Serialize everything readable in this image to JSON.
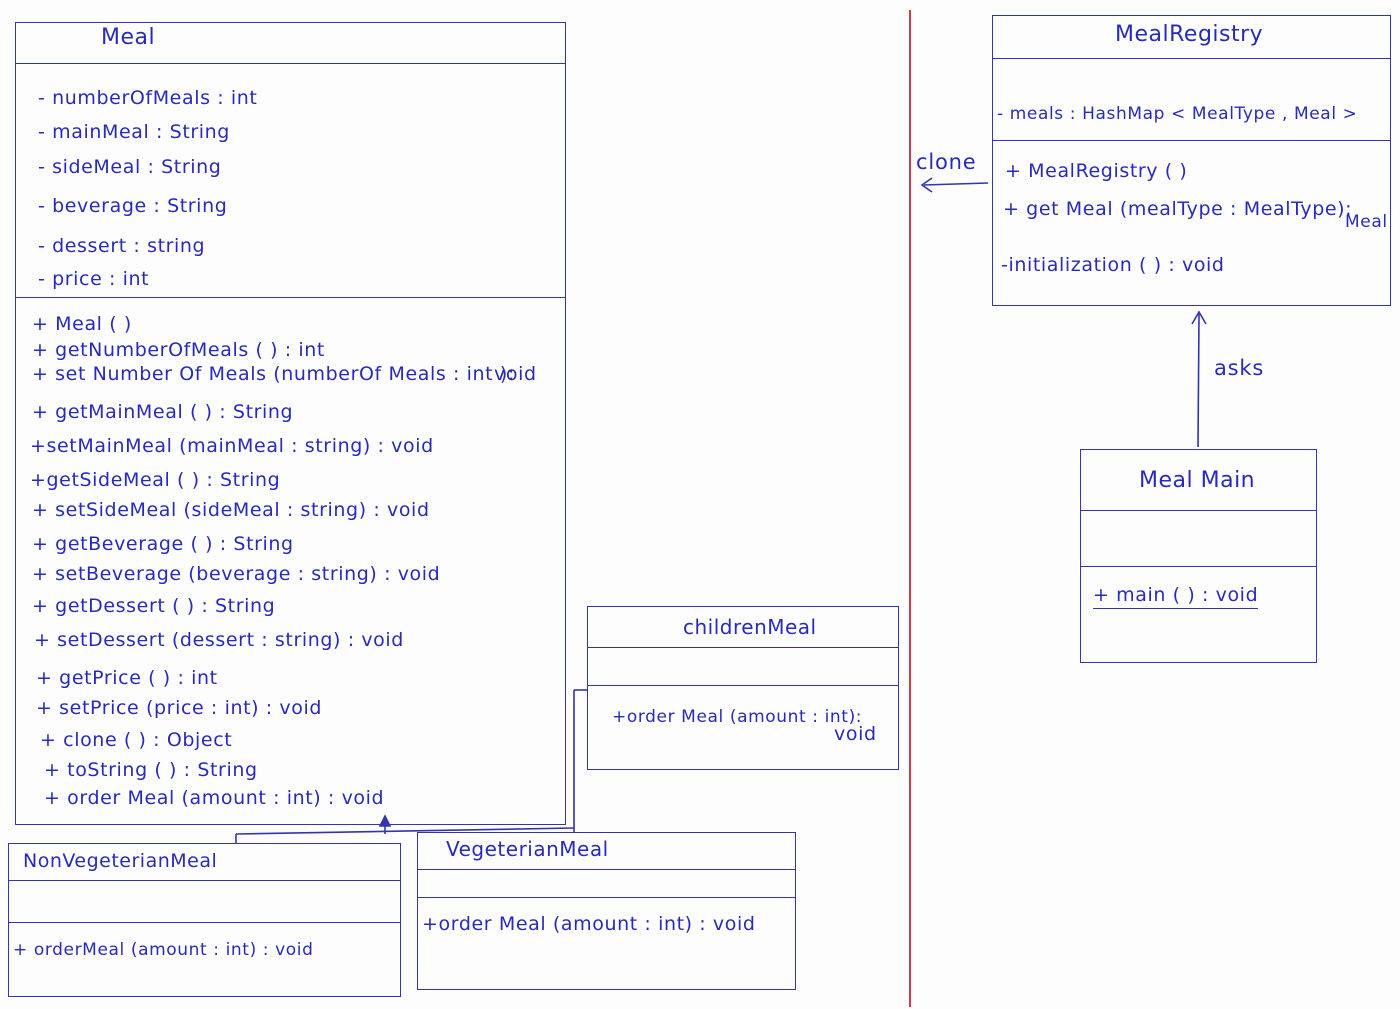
{
  "classes": {
    "meal": {
      "name": "Meal",
      "attributes": [
        "- numberOfMeals : int",
        "- mainMeal  : String",
        "- sideMeal  : String",
        "- beverage  : String",
        "- dessert  :  string",
        "- price : int"
      ],
      "methods": [
        "+ Meal ( )",
        "+ getNumberOfMeals ( ) : int",
        "+ set Number Of Meals (numberOf Meals : int  ):",
        "void",
        "+ getMainMeal ( ) : String",
        "+setMainMeal (mainMeal : string) : void",
        "+getSideMeal ( ) : String",
        "+ setSideMeal (sideMeal : string) : void",
        "+ getBeverage ( ) : String",
        "+ setBeverage (beverage : string) : void",
        "+ getDessert  ( ) : String",
        "+ setDessert (dessert  : string) : void",
        "+ getPrice ( ) : int",
        "+ setPrice (price : int) : void",
        "+ clone ( ) : Object",
        "+ toString ( ) : String",
        "+ order Meal (amount : int) : void"
      ]
    },
    "children_meal": {
      "name": "childrenMeal",
      "methods": [
        "+order Meal (amount : int):",
        "void"
      ]
    },
    "non_veg_meal": {
      "name": "NonVegeterianMeal",
      "methods": [
        "+ orderMeal (amount : int) : void"
      ]
    },
    "veg_meal": {
      "name": "VegeterianMeal",
      "methods": [
        "+order Meal (amount : int) : void"
      ]
    },
    "meal_registry": {
      "name": "MealRegistry",
      "attributes": [
        "- meals : HashMap < MealType , Meal >"
      ],
      "methods": [
        "+ MealRegistry ( )",
        "+ get Meal (mealType : MealType):",
        "Meal",
        "-initialization ( ) : void"
      ]
    },
    "meal_main": {
      "name": "Meal Main",
      "methods": [
        "+ main ( ) : void"
      ]
    }
  },
  "relations": {
    "clone_label": "clone",
    "asks_label": "asks"
  },
  "colors": {
    "ink": "#2a2ab8",
    "divider": "#d43a4a"
  }
}
